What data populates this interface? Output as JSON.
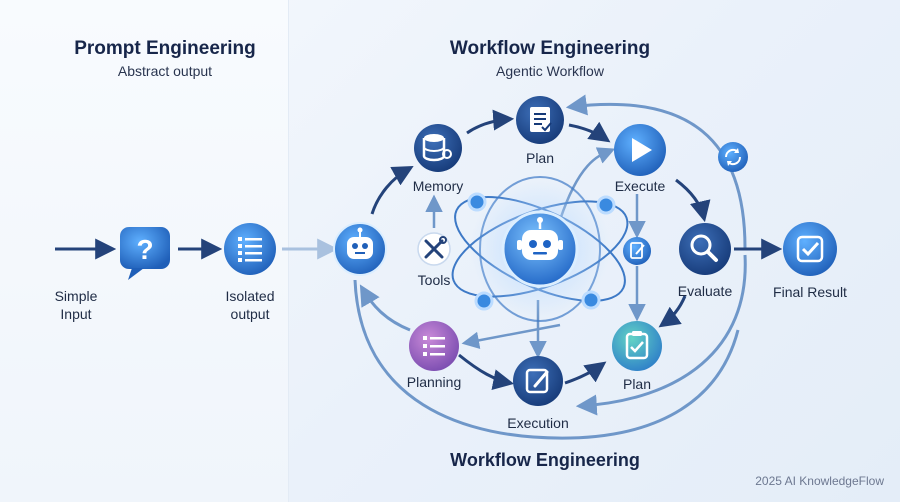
{
  "left": {
    "title": "Prompt Engineering",
    "subtitle": "Abstract output",
    "simple_input": "Simple\nInput",
    "isolated_output": "Isolated\noutput"
  },
  "right": {
    "title": "Workflow Engineering",
    "subtitle": "Agentic Workflow",
    "bottom_title": "Workflow Engineering",
    "nodes": {
      "plan_top": "Plan",
      "memory": "Memory",
      "execute": "Execute",
      "tools": "Tools",
      "evaluate": "Evaluate",
      "final_result": "Final Result",
      "planning": "Planning",
      "plan_bottom": "Plan",
      "execution": "Execution"
    }
  },
  "footer": "2025 AI KnowledgeFlow",
  "colors": {
    "navy": "#17264a",
    "arrow": "#24437a",
    "light_arrow": "#8fb0d8",
    "blue": "#2f7fd6",
    "purple": "#8e5ab8"
  }
}
